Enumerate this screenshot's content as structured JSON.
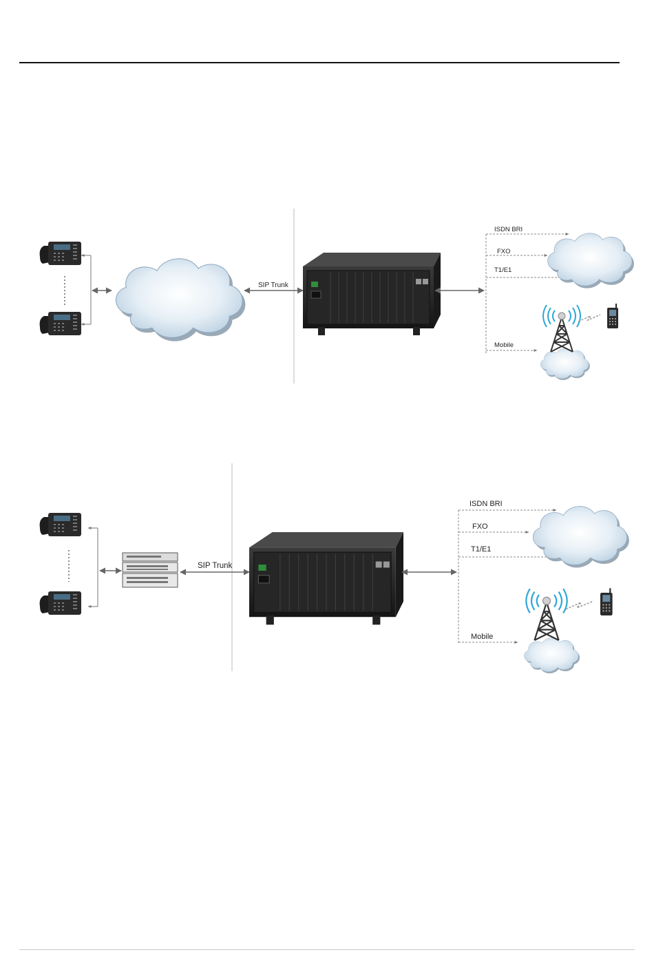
{
  "diagrams": [
    {
      "trunk_label": "SIP Trunk",
      "links": [
        {
          "label": "ISDN BRI"
        },
        {
          "label": "FXO"
        },
        {
          "label": "T1/E1"
        },
        {
          "label": "Mobile"
        }
      ]
    },
    {
      "trunk_label": "SIP Trunk",
      "links": [
        {
          "label": "ISDN BRI"
        },
        {
          "label": "FXO"
        },
        {
          "label": "T1/E1"
        },
        {
          "label": "Mobile"
        }
      ]
    }
  ],
  "colors": {
    "cloud_fill": "#dce9f3",
    "cloud_edge": "#8fa8bf",
    "signal_blue": "#2fa6d8",
    "device_dark": "#2b2b2b",
    "arrow": "#666666"
  }
}
